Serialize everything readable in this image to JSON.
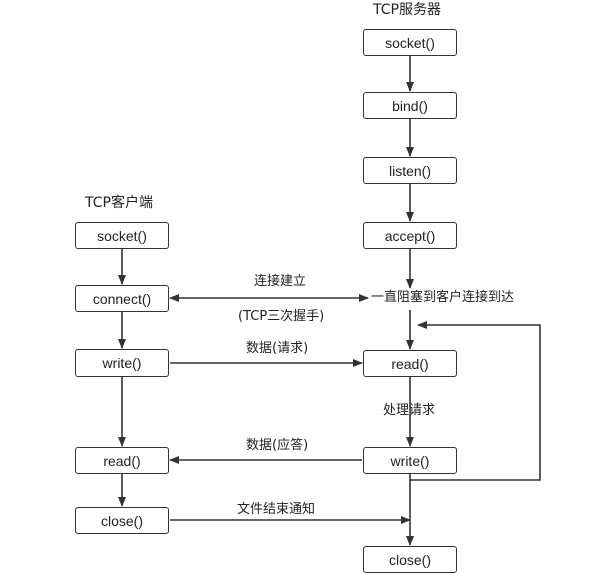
{
  "server": {
    "title": "TCP服务器",
    "socket": "socket()",
    "bind": "bind()",
    "listen": "listen()",
    "accept": "accept()",
    "read": "read()",
    "write": "write()",
    "close": "close()"
  },
  "client": {
    "title": "TCP客户端",
    "socket": "socket()",
    "connect": "connect()",
    "write": "write()",
    "read": "read()",
    "close": "close()"
  },
  "labels": {
    "connect_established": "连接建立",
    "handshake": "(TCP三次握手)",
    "blocking": "一直阻塞到客户连接到达",
    "request_data": "数据(请求)",
    "process_request": "处理请求",
    "response_data": "数据(应答)",
    "eof_notify": "文件结束通知"
  },
  "colors": {
    "line": "#333333",
    "text": "#222222"
  }
}
